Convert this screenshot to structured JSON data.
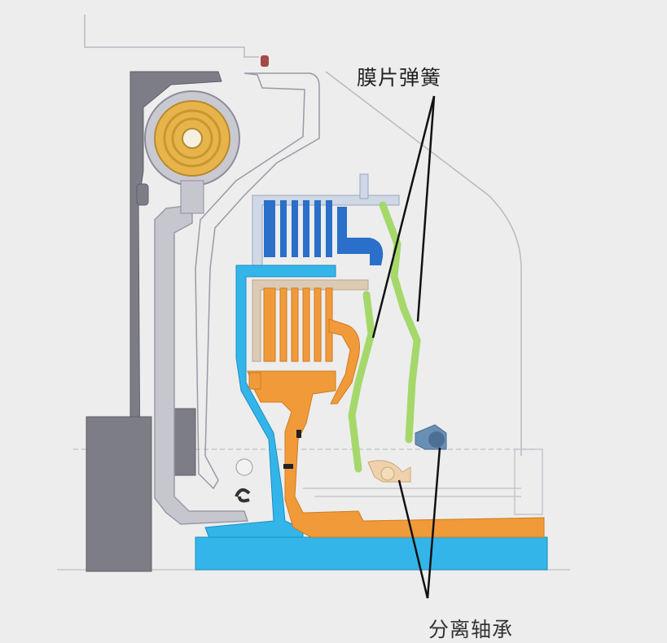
{
  "labels": {
    "diaphragm_spring": "膜片弹簧",
    "separator": "分离轴承"
  },
  "colors": {
    "background": "#ededed",
    "housing_gray": "#7d7d88",
    "outline_gray": "#9a9aa6",
    "bearing_gold": "#e6b44a",
    "blue_clutch": "#2a6fc9",
    "orange_clutch": "#f09a3a",
    "cyan_shaft": "#33b5ea",
    "green_spring": "#a5d86a",
    "beige_part": "#efd2ad",
    "steel_blue_part": "#6a8fb4"
  },
  "icons": [
    "leader-line"
  ]
}
